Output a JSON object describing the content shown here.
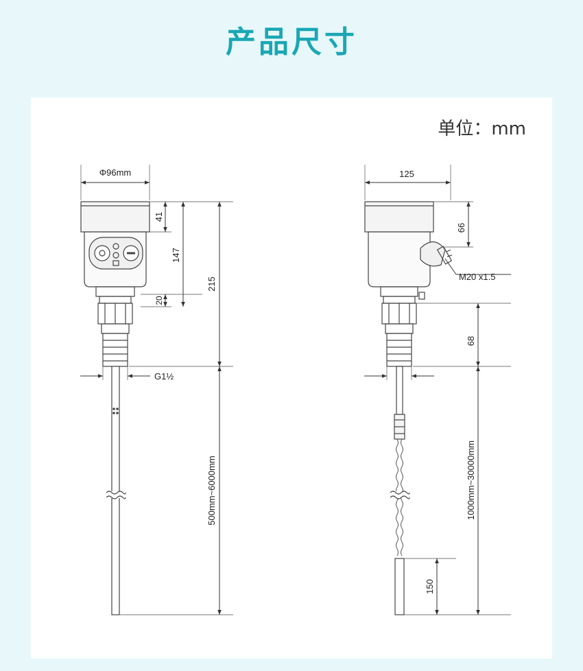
{
  "page": {
    "title": "产品尺寸",
    "unit_label": "单位：mm"
  },
  "dimensions": {
    "left": {
      "housing_diameter": "Φ96mm",
      "top_height": "41",
      "body_height": "147",
      "neck_height": "20",
      "total_height": "215",
      "thread": "G1½",
      "rod_length": "500mm~6000mm"
    },
    "right": {
      "housing_width": "125",
      "top_height": "66",
      "cable_gland": "M20 x1.5",
      "process_height": "68",
      "cable_length": "1000mm~30000mm",
      "weight_length": "150"
    }
  },
  "colors": {
    "title": "#1aa7b4",
    "background": "#e8f8fa",
    "card": "#ffffff",
    "line": "#333333"
  }
}
